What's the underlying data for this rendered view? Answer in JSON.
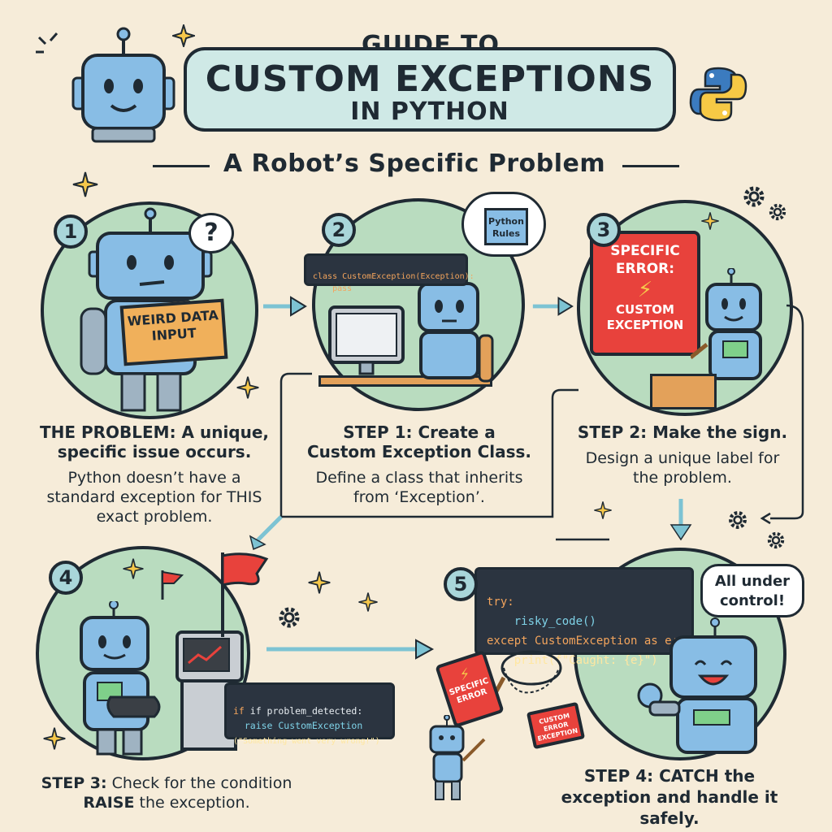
{
  "header": {
    "title_line1": "GUIDE TO",
    "title_line2": "CUSTOM EXCEPTIONS",
    "title_line3": "IN PYTHON",
    "subtitle": "A Robot’s Specific Problem"
  },
  "steps": [
    {
      "number": "1",
      "box_text": "WEIRD DATA INPUT",
      "bubble": "?",
      "caption_bold": "THE PROBLEM: A unique, specific issue occurs.",
      "caption_body": "Python doesn’t have a standard exception for THIS exact problem."
    },
    {
      "number": "2",
      "book_label": "Python Rules",
      "code_line1": "class CustomException(Exception):",
      "code_line2": "    pass",
      "caption_bold": "STEP 1: Create a Custom Exception Class.",
      "caption_body": "Define a class that inherits from ‘Exception’."
    },
    {
      "number": "3",
      "sign_line1": "SPECIFIC ERROR:",
      "sign_line2": "CUSTOM EXCEPTION",
      "caption_bold": "STEP 2: Make the sign.",
      "caption_body": "Design a unique label for the problem."
    },
    {
      "number": "4",
      "code_line1": "if problem_detected:",
      "code_line2": "  raise CustomException",
      "code_line3": "(\"Something went very wrong!\")",
      "caption_bold_a": "STEP 3:",
      "caption_a": " Check for the condition",
      "caption_bold_b": "RAISE",
      "caption_b": " the exception."
    },
    {
      "number": "5",
      "code_line1": "try:",
      "code_line2": "    risky_code()",
      "code_line3": "except CustomException as e:",
      "code_line4": "    print(f\"Caught: {e}\")",
      "bubble": "All under control!",
      "flag_text": "SPECIFIC ERROR",
      "card_text": "CUSTOM ERROR EXCEPTION",
      "caption_bold": "STEP 4: CATCH the exception and handle it safely."
    }
  ],
  "colors": {
    "background": "#f6ecd9",
    "circle": "#b9dcbf",
    "robot": "#88bde5",
    "accent_red": "#e8423c",
    "outline": "#1f2a33",
    "arrow": "#7dc3d3"
  },
  "icons": [
    "robot-icon",
    "python-logo-icon",
    "sparkle-icon",
    "gear-icon",
    "arrow-icon"
  ]
}
